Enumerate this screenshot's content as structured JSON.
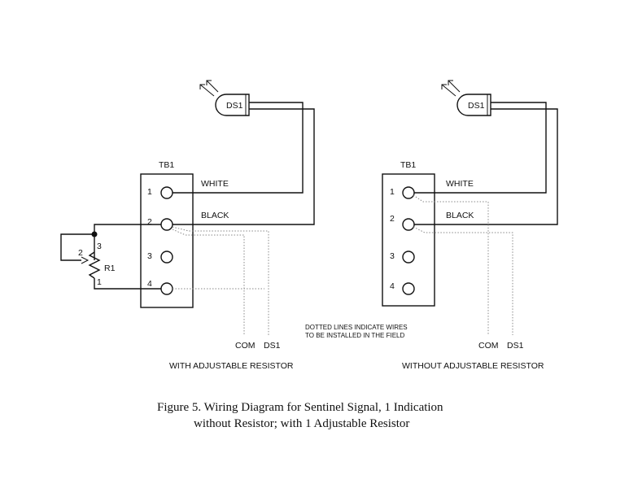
{
  "left_diagram": {
    "lamp_label": "DS1",
    "block_label": "TB1",
    "terminals": [
      "1",
      "2",
      "3",
      "4"
    ],
    "wire_white": "WHITE",
    "wire_black": "BLACK",
    "resistor_label": "R1",
    "resistor_pins": [
      "2",
      "3",
      "1"
    ],
    "com_label": "COM",
    "ds1_label": "DS1",
    "title": "WITH ADJUSTABLE RESISTOR"
  },
  "right_diagram": {
    "lamp_label": "DS1",
    "block_label": "TB1",
    "terminals": [
      "1",
      "2",
      "3",
      "4"
    ],
    "wire_white": "WHITE",
    "wire_black": "BLACK",
    "com_label": "COM",
    "ds1_label": "DS1",
    "title": "WITHOUT ADJUSTABLE RESISTOR"
  },
  "note": {
    "line1": "DOTTED LINES INDICATE WIRES",
    "line2": "TO BE INSTALLED IN THE FIELD"
  },
  "caption": {
    "line1": "Figure 5.  Wiring Diagram for Sentinel Signal, 1 Indication",
    "line2": "without Resistor; with 1 Adjustable Resistor"
  }
}
